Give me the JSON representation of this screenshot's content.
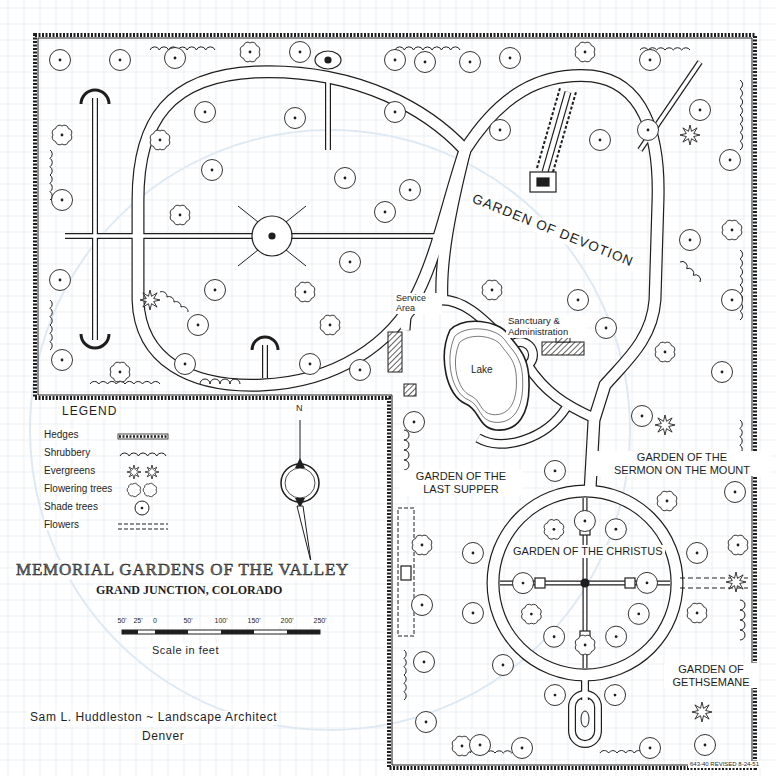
{
  "diagram": {
    "title": "MEMORIAL GARDENS OF THE VALLEY",
    "nodes": [
      {
        "text": [
          "Lake"
        ]
      }
    ],
    "labels": [
      "GARDEN OF DEVOTION",
      "Sanctuary & Administration",
      "Service Area",
      "GARDEN OF THE LAST SUPPER",
      "GARDEN OF THE SERMON ON THE MOUNT",
      "GARDEN OF THE CHRISTUS",
      "GARDEN OF GETHSEMANE",
      "LEGEND",
      "N",
      "GRAND JUNCTION, COLORADO",
      "50'",
      "25'",
      "0",
      "50'",
      "100'",
      "150'",
      "200'",
      "250'",
      "Scale in feet",
      "Sam L. Huddleston ~ Landscape Architect",
      "Denver",
      "643-40 REVISED 8-24-51"
    ],
    "legend": [
      {
        "text": "Hedges"
      },
      {
        "text": "Shrubbery"
      },
      {
        "text": "Evergreens"
      },
      {
        "text": "Flowering trees"
      },
      {
        "text": "Shade trees"
      },
      {
        "text": "Flowers"
      }
    ]
  }
}
